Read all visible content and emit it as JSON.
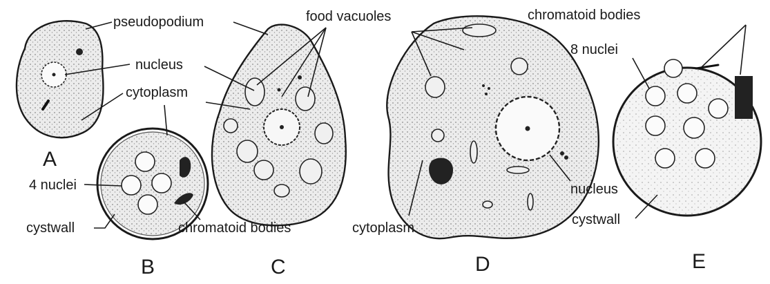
{
  "figure": {
    "panels": [
      "A",
      "B",
      "C",
      "D",
      "E"
    ],
    "labels": {
      "pseudopodium": "pseudopodium",
      "food_vacuoles": "food vacuoles",
      "chromatoid_bodies_top": "chromatoid bodies",
      "nucleus_a": "nucleus",
      "eight_nuclei": "8 nuclei",
      "cytoplasm_b": "cytoplasm",
      "four_nuclei": "4 nuclei",
      "cystwall_b": "cystwall",
      "chromatoid_bodies_b": "chromatoid bodies",
      "cytoplasm_d": "cytoplasm",
      "nucleus_d": "nucleus",
      "cystwall_e": "cystwall"
    }
  }
}
